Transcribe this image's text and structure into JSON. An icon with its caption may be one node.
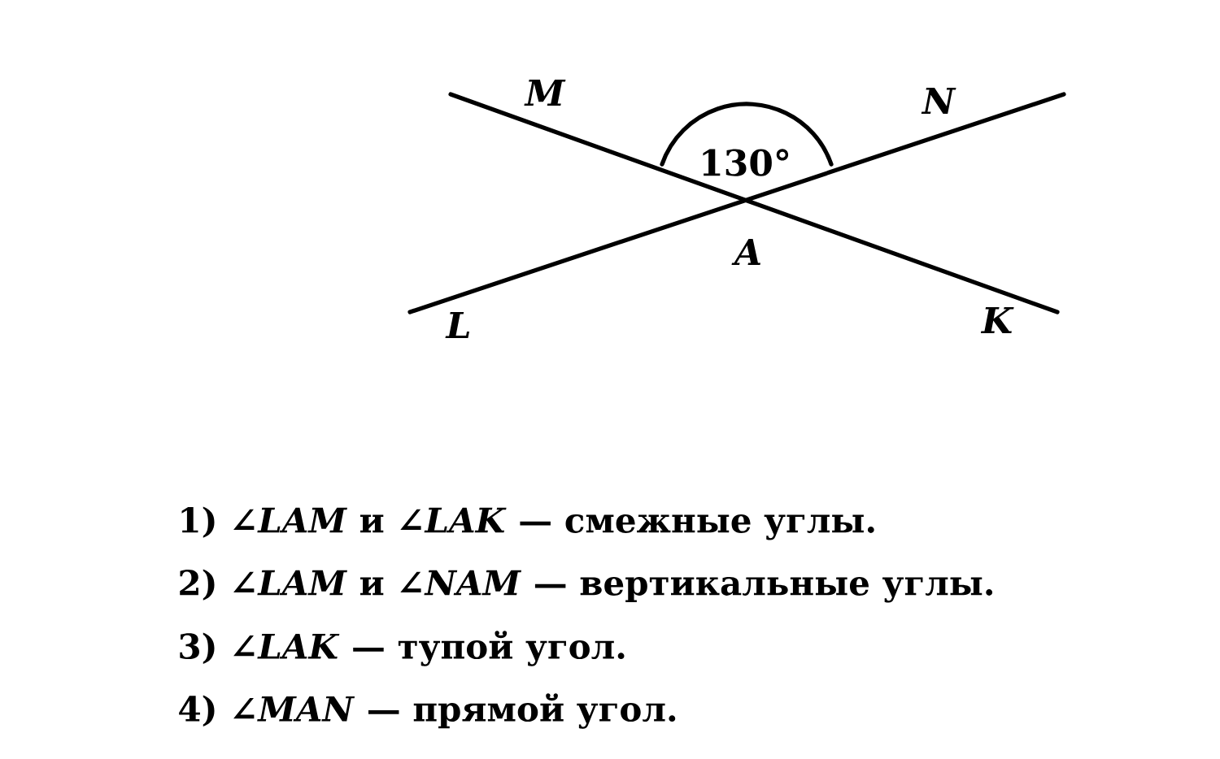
{
  "diagram": {
    "labels": [
      "M",
      "N",
      "130°",
      "A",
      "L",
      "K",
      "1) ∠*LAM* и ∠*LAK* — смежные углы.",
      "2) ∠*LAM* и ∠*NAM* — вертикальные углы.",
      "3) ∠*LAK* — тупой угол.",
      "4) ∠*MAN* — прямой угол."
    ]
  }
}
